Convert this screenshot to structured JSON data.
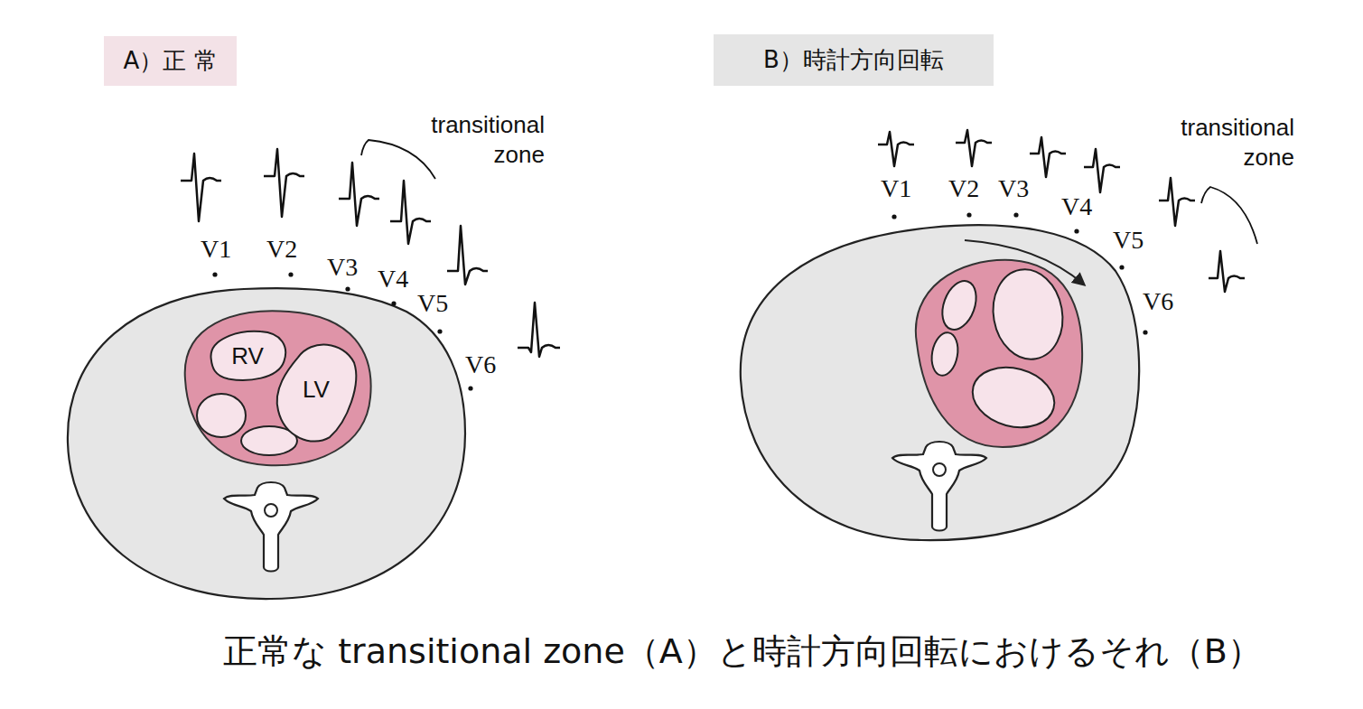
{
  "diagram": {
    "caption": "正常な transitional zone（A）と時計方向回転におけるそれ（B）",
    "nodes": [
      {
        "text": [
          "A）正 常"
        ]
      },
      {
        "text": [
          "B）時計方向回転"
        ]
      },
      {
        "text": [
          "RV"
        ]
      },
      {
        "text": [
          "LV"
        ]
      }
    ],
    "labels": [
      "transitional zone",
      "V1",
      "V2",
      "V3",
      "V4",
      "V5",
      "V6",
      "transitional zone",
      "V1",
      "V2",
      "V3",
      "V4",
      "V5",
      "V6"
    ]
  }
}
